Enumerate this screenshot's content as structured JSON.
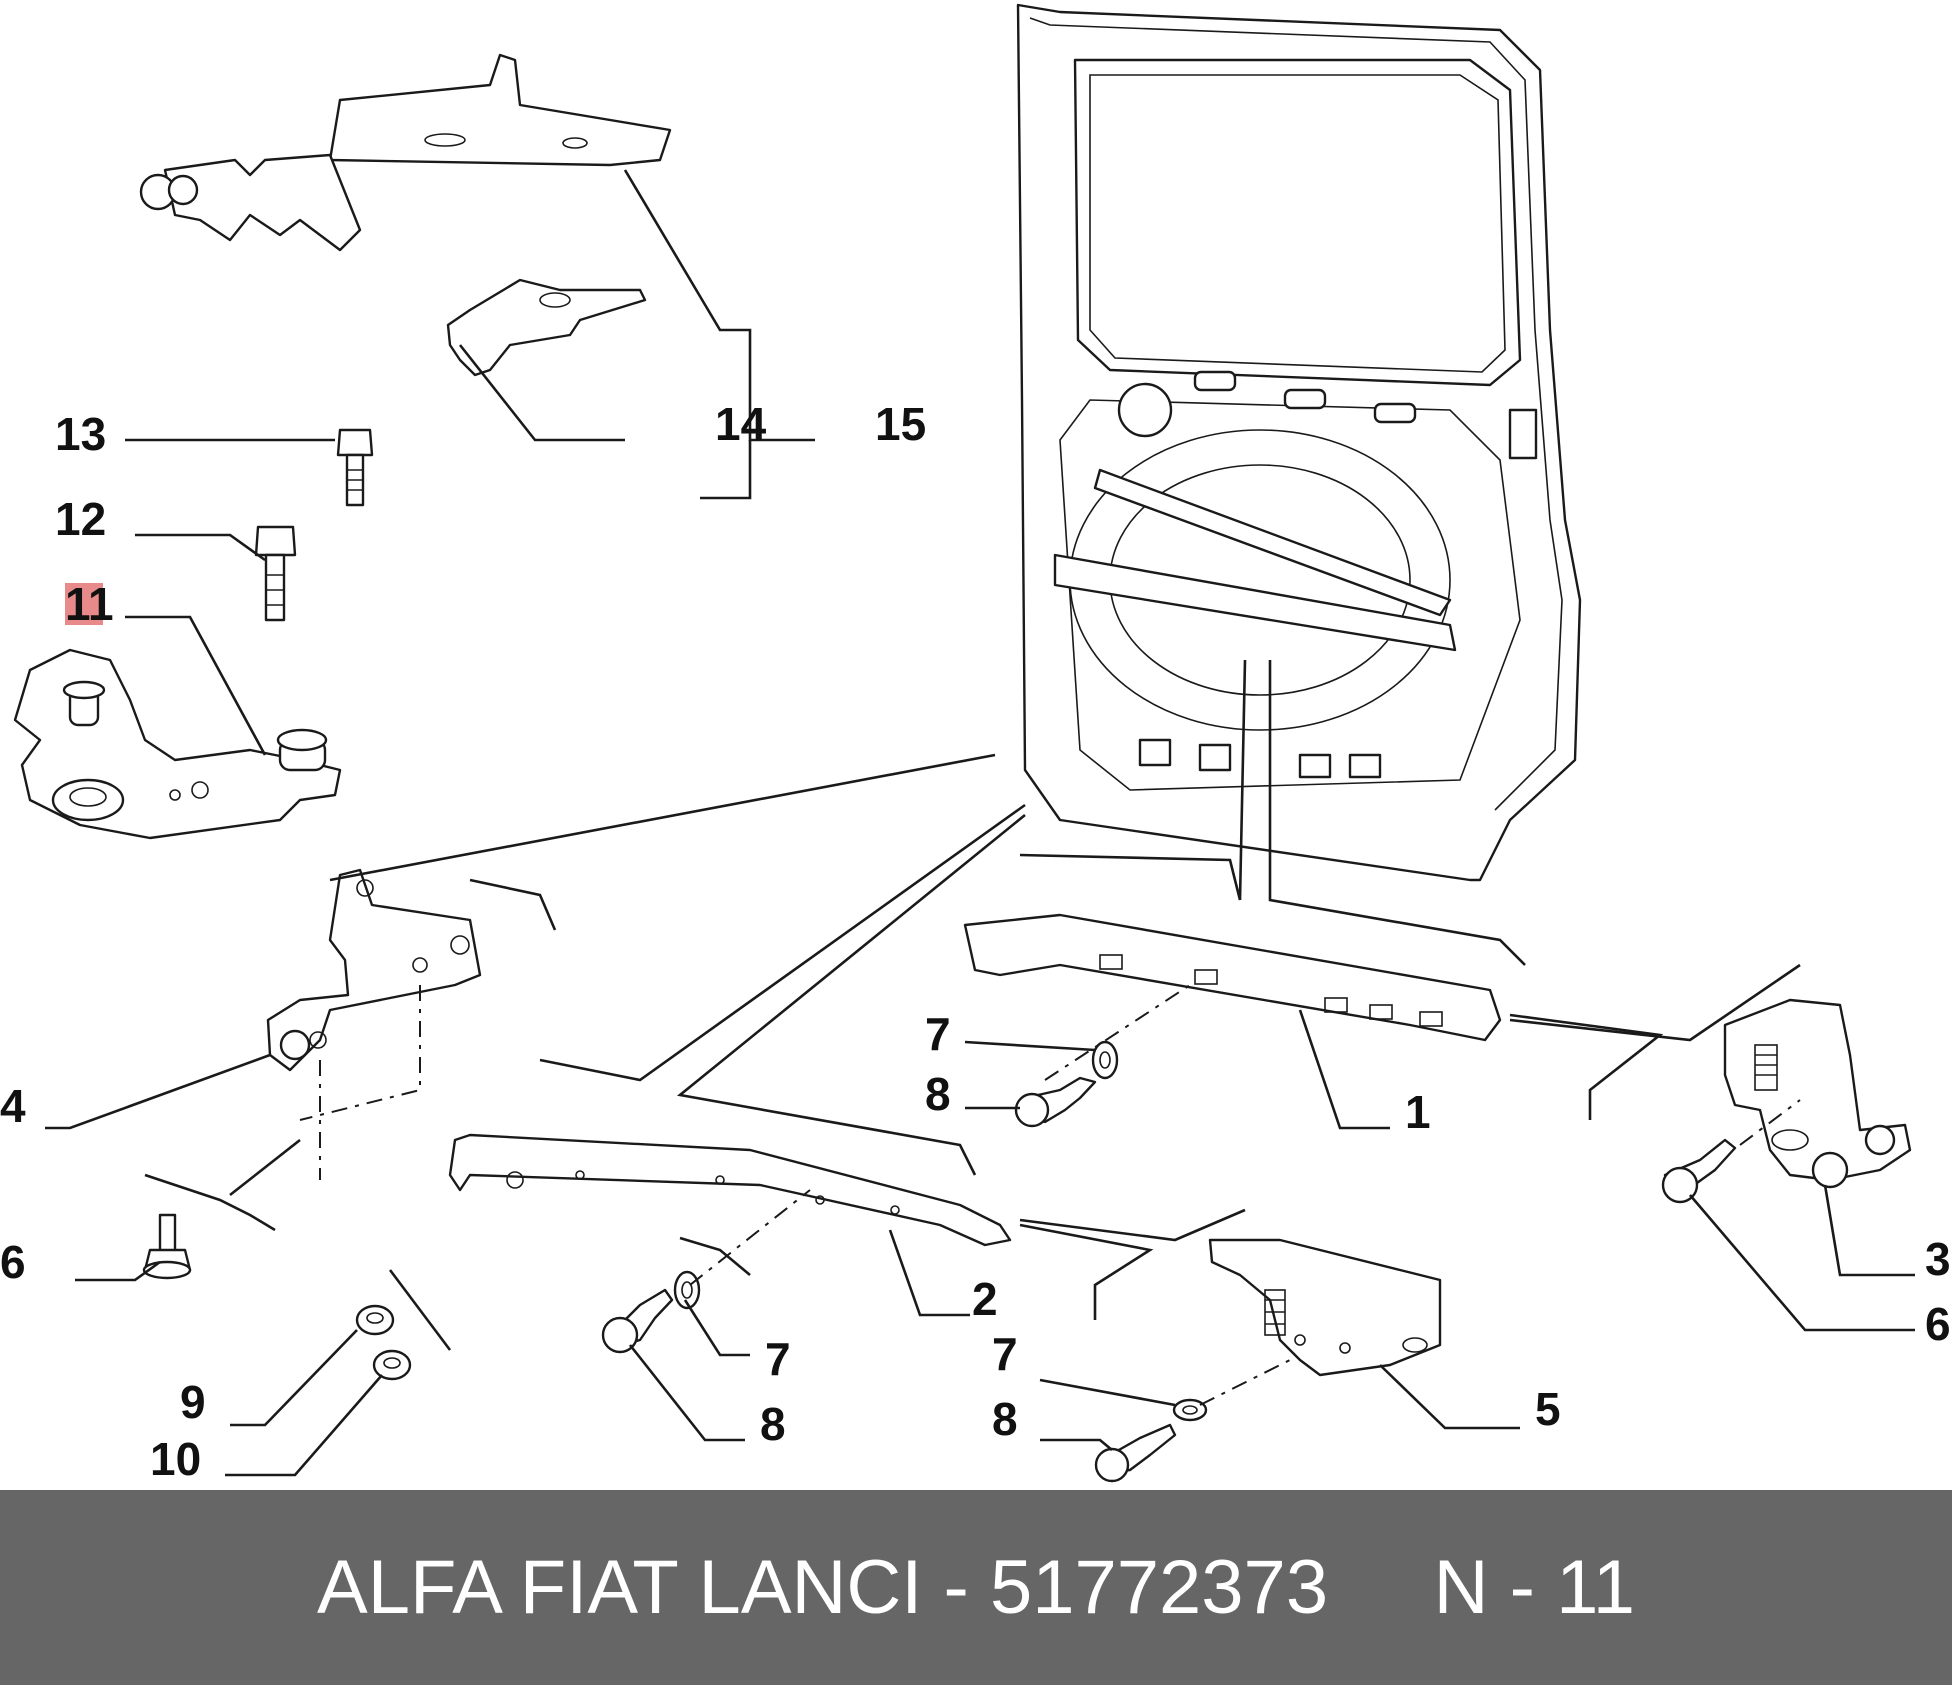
{
  "diagram": {
    "callouts": [
      {
        "id": "c13",
        "text": "13"
      },
      {
        "id": "c12",
        "text": "12"
      },
      {
        "id": "c11",
        "text": "11",
        "highlighted": true
      },
      {
        "id": "c14",
        "text": "14"
      },
      {
        "id": "c15",
        "text": "15"
      },
      {
        "id": "c4",
        "text": "4"
      },
      {
        "id": "c6a",
        "text": "6"
      },
      {
        "id": "c9",
        "text": "9"
      },
      {
        "id": "c10",
        "text": "10"
      },
      {
        "id": "c7a",
        "text": "7"
      },
      {
        "id": "c8a",
        "text": "8"
      },
      {
        "id": "c1",
        "text": "1"
      },
      {
        "id": "c2",
        "text": "2"
      },
      {
        "id": "c7b",
        "text": "7"
      },
      {
        "id": "c8b",
        "text": "8"
      },
      {
        "id": "c7c",
        "text": "7"
      },
      {
        "id": "c8c",
        "text": "8"
      },
      {
        "id": "c5",
        "text": "5"
      },
      {
        "id": "c3",
        "text": "3"
      },
      {
        "id": "c6b",
        "text": "6"
      }
    ],
    "highlight_color": "#e88a8a",
    "line_color": "#1a1a1a"
  },
  "footer": {
    "text": "ALFA FIAT LANCI - 51772373     N - 11",
    "background": "#666666",
    "text_color": "#ffffff"
  }
}
